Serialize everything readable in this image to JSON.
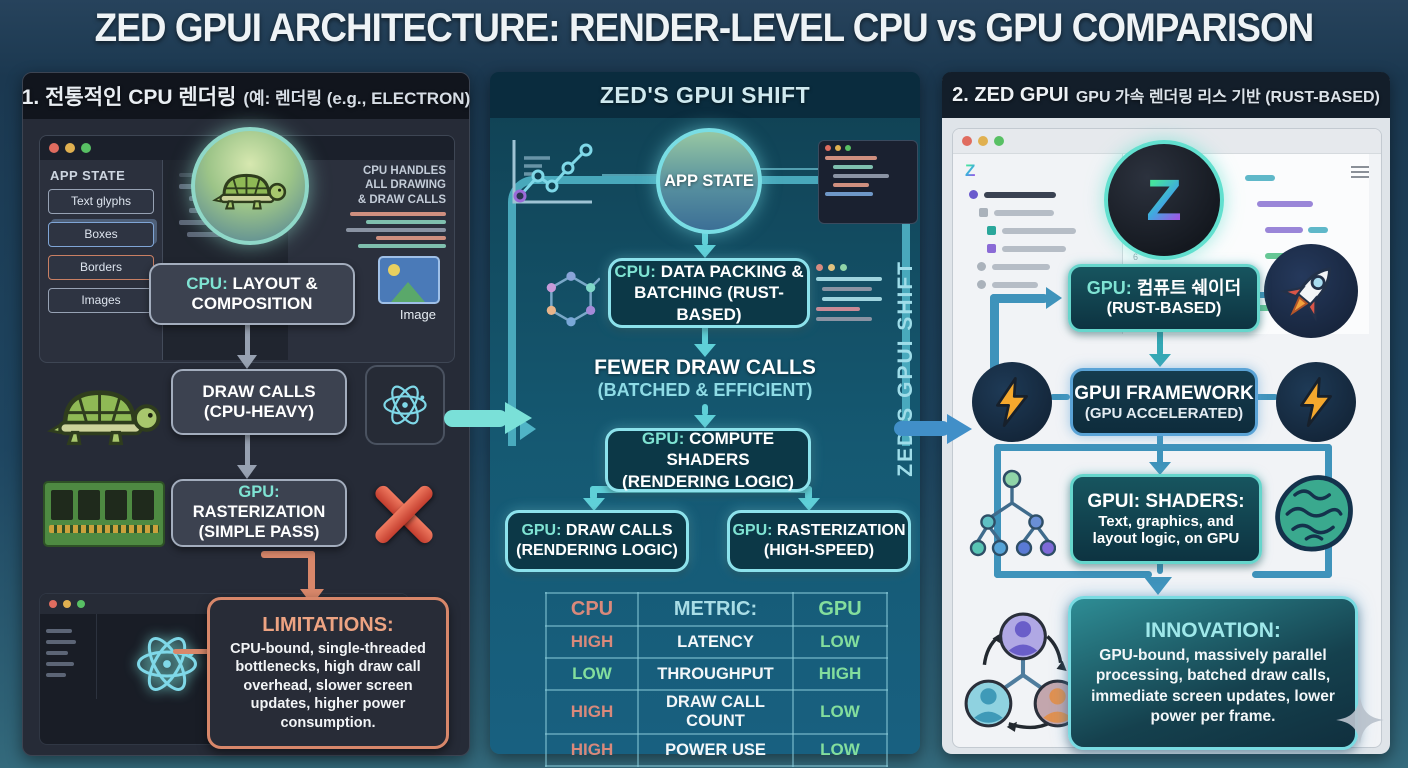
{
  "page": {
    "title": "ZED GPUI ARCHITECTURE: RENDER-LEVEL CPU vs GPU COMPARISON"
  },
  "left": {
    "header_main": "1. 전통적인 CPU 렌더링",
    "header_sub": "(예: 렌더링 (e.g., ELECTRON)",
    "window": {
      "app_state_label": "APP STATE",
      "items": [
        "Text glyphs",
        "Boxes",
        "Borders",
        "Images"
      ],
      "cpu_note_lines": [
        "CPU HANDLES",
        "ALL DRAWING",
        "& DRAW CALLS"
      ],
      "image_label": "Image"
    },
    "layout_box": {
      "prefix": "CPU:",
      "rest": "LAYOUT &",
      "line2": "COMPOSITION"
    },
    "draw_calls_box": {
      "line1": "DRAW CALLS",
      "line2": "(CPU-HEAVY)"
    },
    "raster_box": {
      "prefix": "GPU:",
      "rest": "RASTERIZATION",
      "line2": "(SIMPLE PASS)"
    },
    "limitations": {
      "title": "LIMITATIONS:",
      "body": "CPU-bound, single-threaded bottlenecks, high draw call overhead, slower screen updates, higher power consumption."
    }
  },
  "middle": {
    "header": "ZED'S GPUI SHIFT",
    "app_state_label": "APP STATE",
    "packing_box": {
      "prefix": "CPU:",
      "rest": "DATA PACKING &",
      "line2": "BATCHING (RUST-BASED)"
    },
    "fewer_line1": "FEWER DRAW CALLS",
    "fewer_line2": "(BATCHED & EFFICIENT)",
    "compute_box": {
      "prefix": "GPU:",
      "rest": "COMPUTE SHADERS",
      "line2": "(RENDERING LOGIC)"
    },
    "draw_box": {
      "prefix": "GPU:",
      "rest": "DRAW CALLS",
      "line2": "(RENDERING LOGIC)"
    },
    "raster_box": {
      "prefix": "GPU:",
      "rest": "RASTERIZATION",
      "line2": "(HIGH-SPEED)"
    },
    "side_label": "ZED'S GPUI SHIFT",
    "table": {
      "headers": [
        "CPU",
        "METRIC:",
        "GPU"
      ],
      "rows": [
        {
          "cpu": "HIGH",
          "metric": "LATENCY",
          "gpu": "LOW"
        },
        {
          "cpu": "LOW",
          "metric": "THROUGHPUT",
          "gpu": "HIGH"
        },
        {
          "cpu": "HIGH",
          "metric": "DRAW CALL COUNT",
          "gpu": "LOW"
        },
        {
          "cpu": "HIGH",
          "metric": "POWER USE",
          "gpu": "LOW"
        }
      ]
    }
  },
  "right": {
    "header_main": "2. ZED GPUI",
    "header_sub": "GPU 가속 렌더링 리스 기반 (RUST-BASED)",
    "z_logo": "Z",
    "zed_mark": "Z",
    "gpu_box": {
      "prefix": "GPU:",
      "rest": "컴퓨트 쉐이더",
      "line2": "(RUST-BASED)"
    },
    "framework_box": {
      "line1": "GPUI FRAMEWORK",
      "line2": "(GPU ACCELERATED)"
    },
    "shaders_box": {
      "title": "GPUI: SHADERS:",
      "line1": "Text, graphics, and",
      "line2": "layout logic, on GPU"
    },
    "innovation": {
      "title": "INNOVATION:",
      "body": "GPU-bound, massively parallel processing, batched draw calls, immediate screen updates, lower power per frame."
    }
  },
  "colors": {
    "accent_cyan": "#7fe0d8",
    "arrow_blue": "#418fc8",
    "cpu_red": "#d9897b",
    "gpu_green": "#83de9d",
    "warn_orange": "#d8876a"
  }
}
